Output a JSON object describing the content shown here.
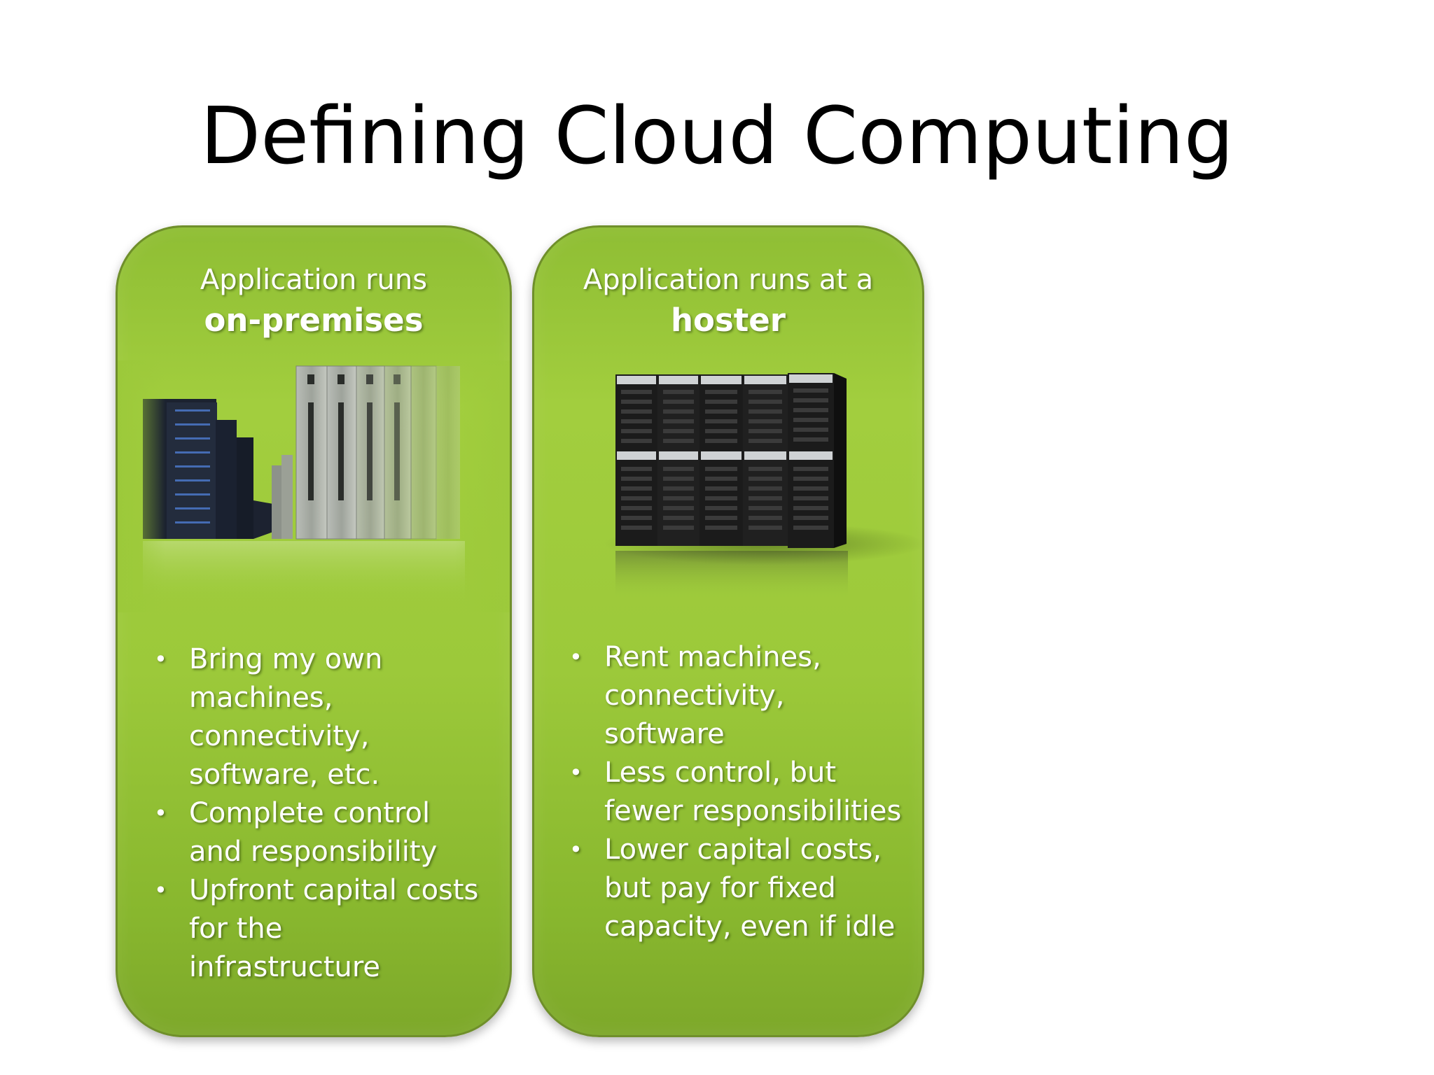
{
  "slide": {
    "title": "Defining Cloud Computing"
  },
  "cards": [
    {
      "heading_line1": "Application runs",
      "heading_line2": "on-premises",
      "image_icon": "server-rack-row-image",
      "bullets": [
        "Bring my own machines, connectivity, software, etc.",
        "Complete control and responsibility",
        "Upfront capital costs for the infrastructure"
      ]
    },
    {
      "heading_line1": "Application runs at a",
      "heading_line2": "hoster",
      "image_icon": "server-cluster-image",
      "bullets": [
        "Rent machines, connectivity, software",
        "Less control, but fewer responsibilities",
        "Lower capital costs, but pay for fixed capacity, even if idle"
      ]
    }
  ],
  "colors": {
    "card_green": "#9cc93a",
    "card_border": "#6f8f2a",
    "text_white": "#ffffff",
    "title_black": "#000000"
  }
}
